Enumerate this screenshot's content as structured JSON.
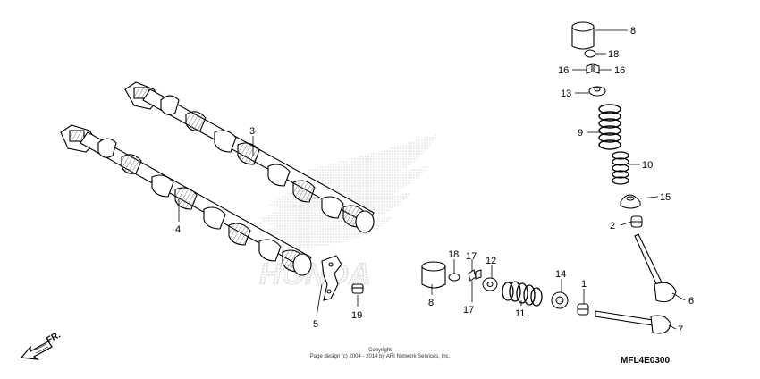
{
  "diagram": {
    "callouts": {
      "c1": "1",
      "c2": "2",
      "c3": "3",
      "c4": "4",
      "c5": "5",
      "c6": "6",
      "c7": "7",
      "c8_top": "8",
      "c8_bottom": "8",
      "c9": "9",
      "c10": "10",
      "c11": "11",
      "c12": "12",
      "c13": "13",
      "c14": "14",
      "c15": "15",
      "c16_left": "16",
      "c16_right": "16",
      "c17_top": "17",
      "c17_bottom": "17",
      "c18_top": "18",
      "c18_bottom": "18",
      "c19": "19"
    },
    "fr_label": "FR.",
    "copyright_title": "Copyright",
    "copyright_line": "Page design (c) 2004 - 2014 by ARI Network Services, Inc.",
    "diagram_code": "MFL4E0300",
    "watermark_text": "HONDA"
  }
}
